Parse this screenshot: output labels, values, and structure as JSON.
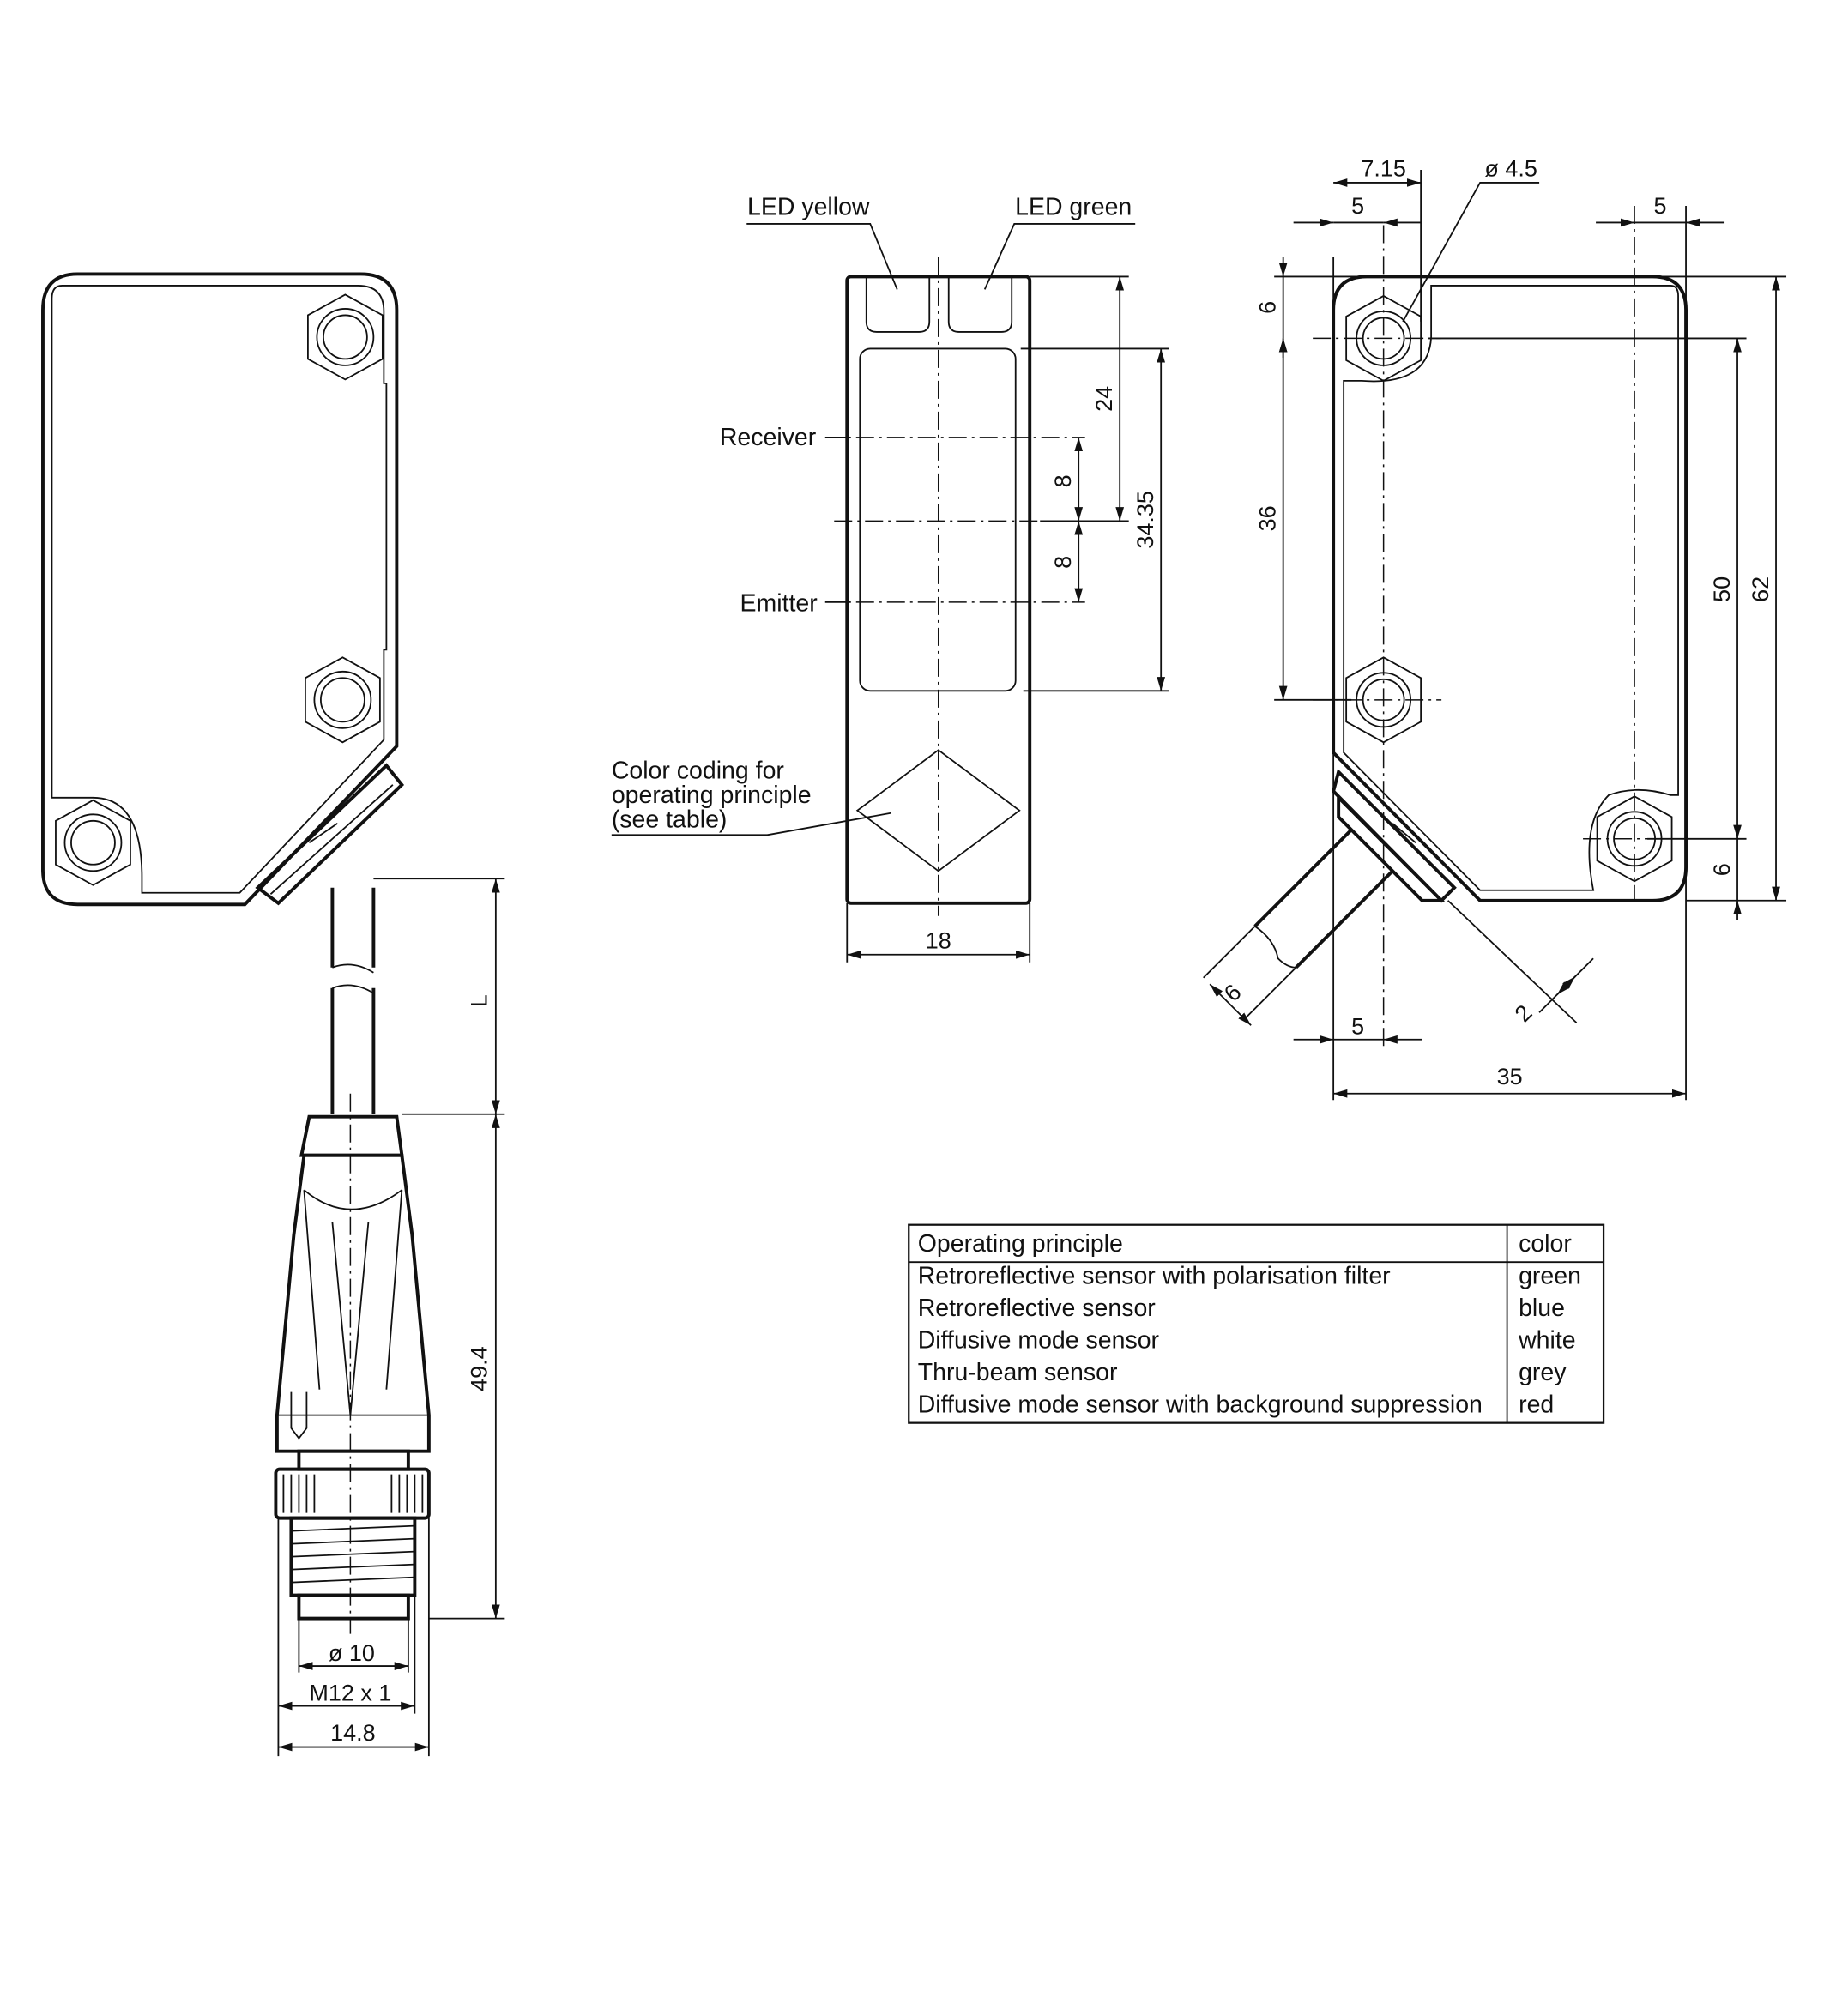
{
  "side_view": {
    "dim_cable_length": "L",
    "dim_connector_length": "49.4",
    "dim_connector_inner_dia": "ø 10",
    "dim_thread": "M12 x 1",
    "dim_connector_width": "14.8"
  },
  "front_view": {
    "label_led_yellow": "LED yellow",
    "label_led_green": "LED green",
    "label_receiver": "Receiver",
    "label_emitter": "Emitter",
    "label_color_coding": [
      "Color coding for",
      "operating principle",
      "(see table)"
    ],
    "dim_width": "18",
    "dim_24": "24",
    "dim_34_35": "34.35",
    "dim_8_upper": "8",
    "dim_8_lower": "8"
  },
  "rear_view": {
    "dim_7_15": "7.15",
    "dim_hole_dia": "ø 4.5",
    "dim_5_top_left": "5",
    "dim_5_top_right": "5",
    "dim_6_top": "6",
    "dim_36": "36",
    "dim_50": "50",
    "dim_62": "62",
    "dim_6_bottom": "6",
    "dim_6_cable": "6",
    "dim_2": "2",
    "dim_5_bottom": "5",
    "dim_35": "35"
  },
  "table": {
    "headers": [
      "Operating principle",
      "color"
    ],
    "rows": [
      [
        "Retroreflective sensor with polarisation filter",
        "green"
      ],
      [
        "Retroreflective sensor",
        "blue"
      ],
      [
        "Diffusive mode sensor",
        "white"
      ],
      [
        "Thru-beam sensor",
        "grey"
      ],
      [
        "Diffusive mode sensor with background suppression",
        "red"
      ]
    ]
  }
}
